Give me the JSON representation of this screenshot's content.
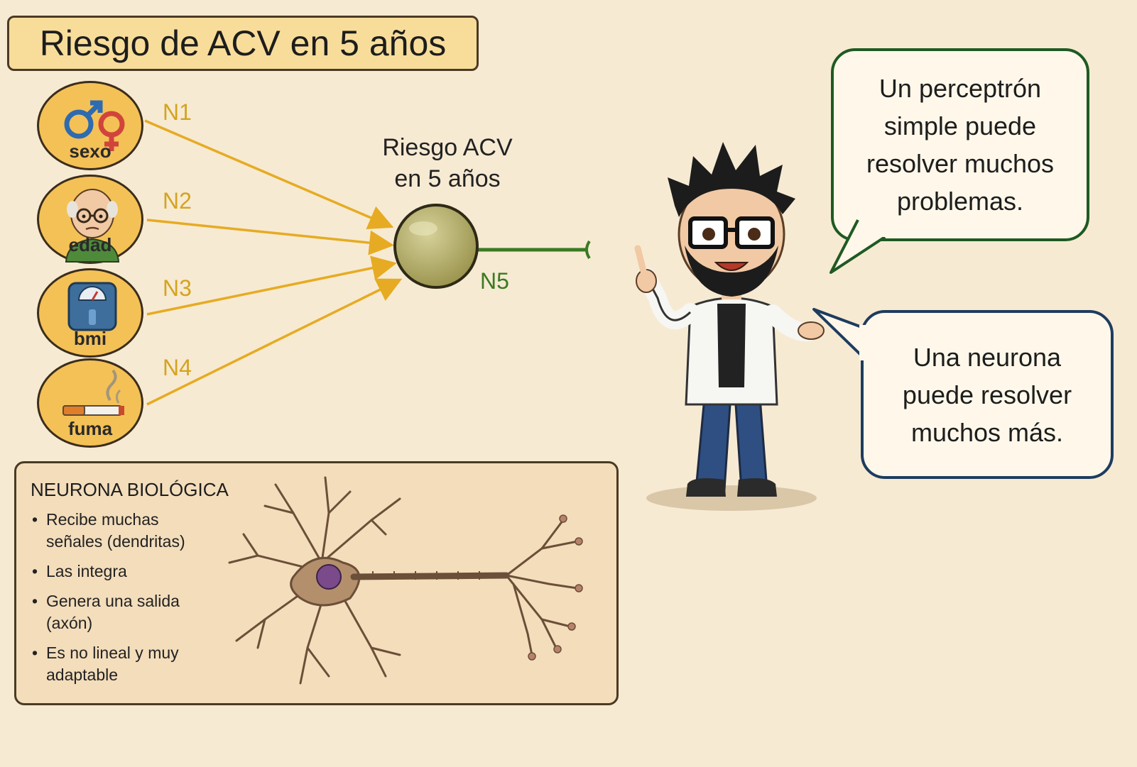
{
  "title": "Riesgo de ACV en 5 años",
  "inputs": [
    {
      "label": "sexo",
      "icon": "gender-icon"
    },
    {
      "label": "edad",
      "icon": "elderly-man-icon"
    },
    {
      "label": "bmi",
      "icon": "scale-icon"
    },
    {
      "label": "fuma",
      "icon": "cigarette-icon"
    }
  ],
  "weights": [
    "N1",
    "N2",
    "N3",
    "N4"
  ],
  "output": {
    "title_line1": "Riesgo ACV",
    "title_line2": "en 5 años",
    "label": "N5",
    "icon": "output-neuron-icon"
  },
  "bubbles": {
    "top": {
      "lines": [
        "Un perceptrón",
        "simple puede",
        "resolver muchos",
        "problemas."
      ]
    },
    "bottom": {
      "lines": [
        "Una neurona",
        "puede resolver",
        "muchos más."
      ]
    }
  },
  "bio": {
    "heading": "NEURONA BIOLÓGICA",
    "items": [
      {
        "line1": "Recibe muchas",
        "line2": "señales (dendritas)"
      },
      {
        "line1": "Las integra",
        "line2": ""
      },
      {
        "line1": "Genera una salida",
        "line2": "(axón)"
      },
      {
        "line1": "Es no lineal y muy",
        "line2": "adaptable"
      }
    ],
    "illustration": "biological-neuron-icon"
  },
  "character": {
    "icon": "scientist-character-icon"
  },
  "colors": {
    "background": "#f7ead3",
    "title_box": "#f8dd9a",
    "input_node": "#f4c156",
    "arrow": "#e6ab22",
    "weight_label": "#d4a41f",
    "output_node": "#b7b06a",
    "output_line": "#3a7a22",
    "bubble_top_border": "#1f5a23",
    "bubble_bottom_border": "#1e3c5e",
    "panel": "#f3ddbb"
  }
}
